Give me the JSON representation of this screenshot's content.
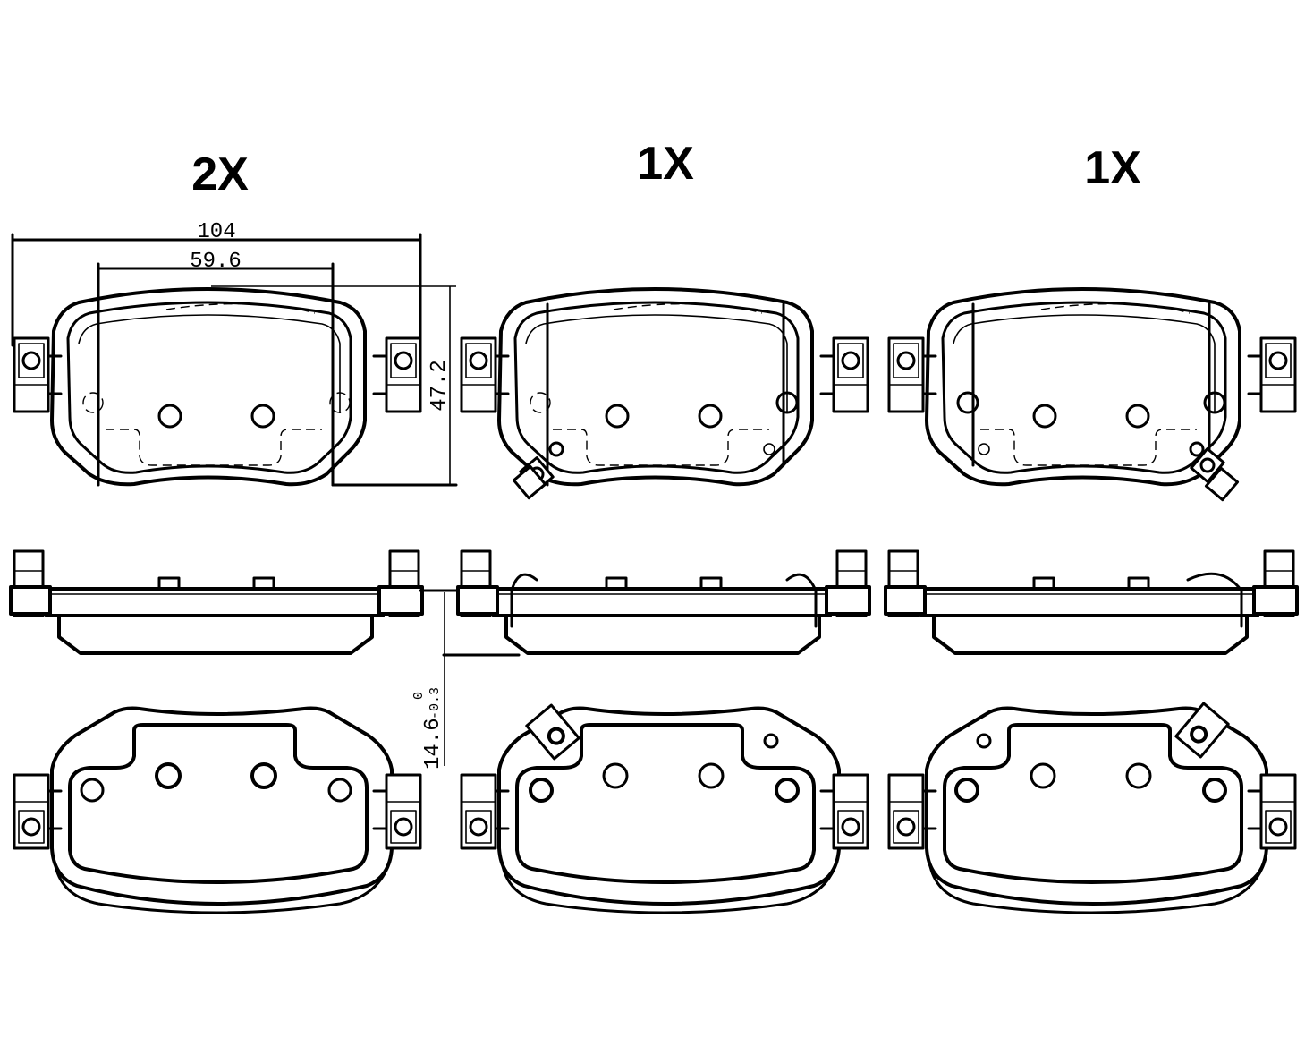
{
  "quantities": {
    "col1": "2X",
    "col2": "1X",
    "col3": "1X"
  },
  "dimensions": {
    "overall_width": "104",
    "inner_width": "59.6",
    "height": "47.2",
    "thickness": "14.6",
    "thickness_tol_upper": "0",
    "thickness_tol_lower": "-0.3"
  }
}
